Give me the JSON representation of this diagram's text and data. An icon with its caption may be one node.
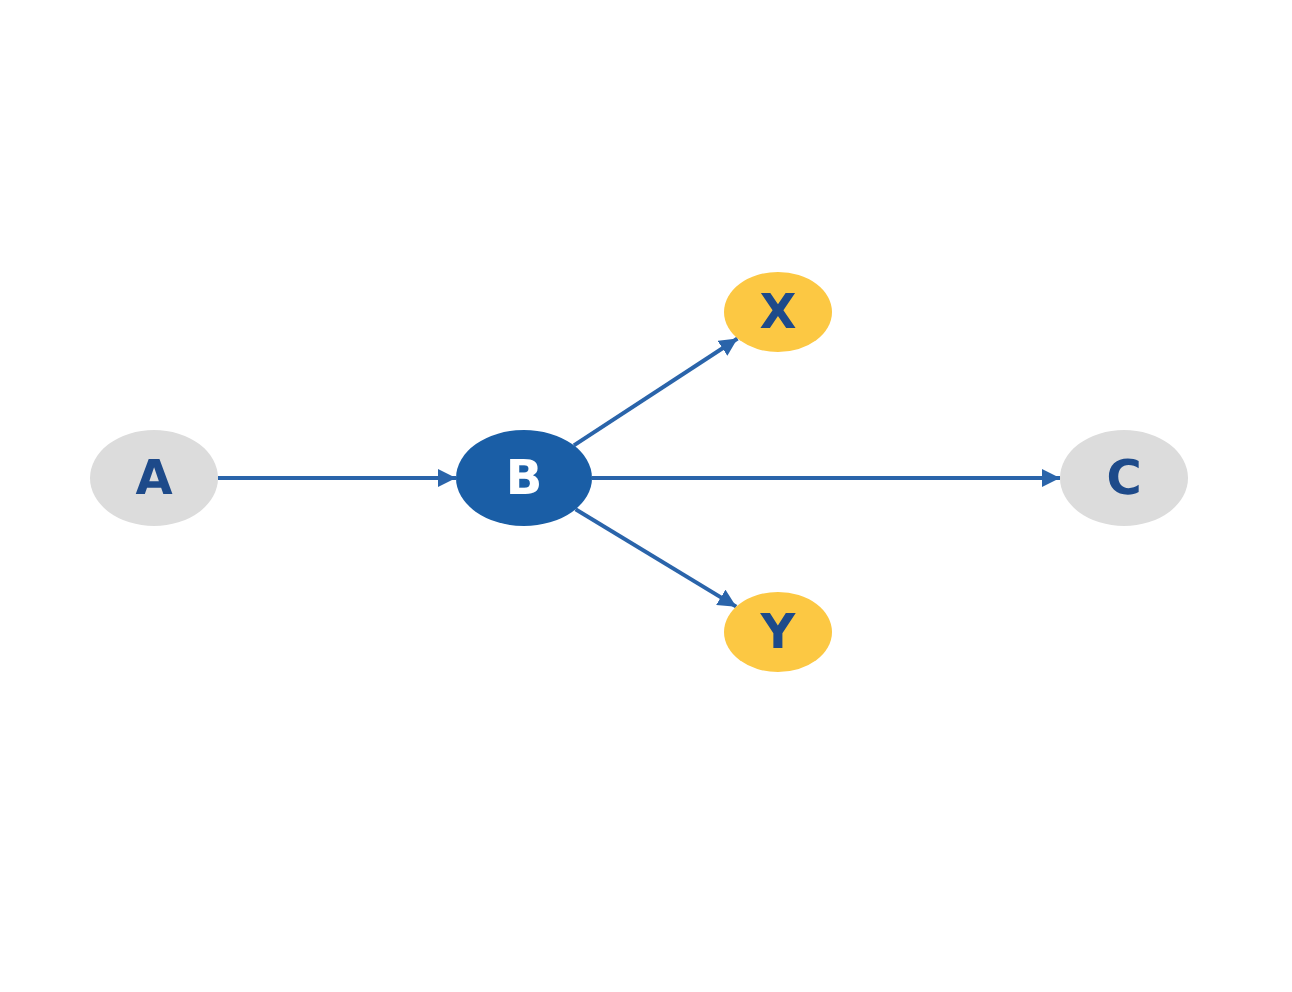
{
  "diagram": {
    "nodes": [
      {
        "text": [
          "A"
        ]
      },
      {
        "text": [
          "B"
        ]
      },
      {
        "text": [
          "X"
        ]
      },
      {
        "text": [
          "C"
        ]
      },
      {
        "text": [
          "Y"
        ]
      }
    ],
    "edges": [
      {
        "from": 0,
        "to": 1,
        "arrow": "to"
      },
      {
        "from": 1,
        "to": 2,
        "arrow": "to"
      },
      {
        "from": 1,
        "to": 3,
        "arrow": "to"
      },
      {
        "from": 1,
        "to": 4,
        "arrow": "to"
      }
    ]
  }
}
